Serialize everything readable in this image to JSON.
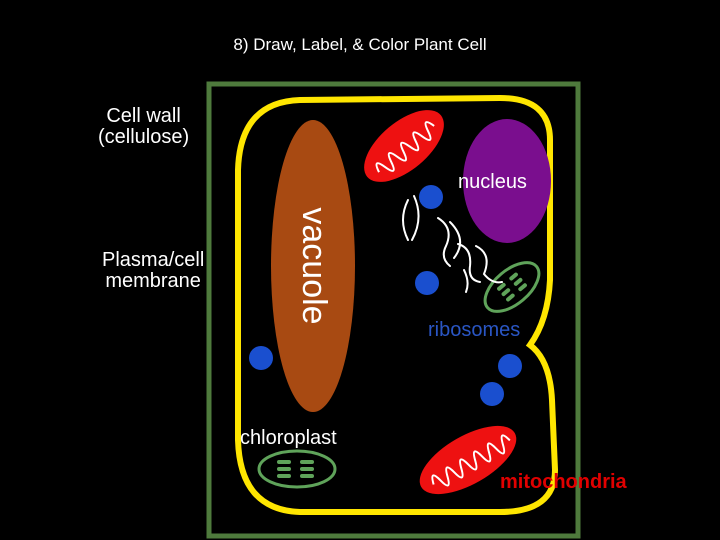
{
  "title": "8) Draw, Label, & Color Plant Cell",
  "labels": {
    "cell_wall_line1": "Cell wall",
    "cell_wall_line2": "(cellulose)",
    "plasma_line1": "Plasma/cell",
    "plasma_line2": "membrane",
    "vacuole": "vacuole",
    "nucleus": "nucleus",
    "ribosomes": "ribosomes",
    "chloroplast": "chloroplast",
    "mitochondria": "mitochondria"
  },
  "colors": {
    "background": "#000000",
    "cell_wall": "#4e7a3c",
    "plasma_membrane": "#ffe600",
    "vacuole": "#a84a12",
    "nucleus": "#7a0e8e",
    "ribosome": "#1a4fcf",
    "mitochondria": "#ee1111",
    "chloroplast": "#5fa35a",
    "text": "#ffffff",
    "ribosomes_label": "#2a56c4",
    "mitochondria_label": "#e00000"
  }
}
